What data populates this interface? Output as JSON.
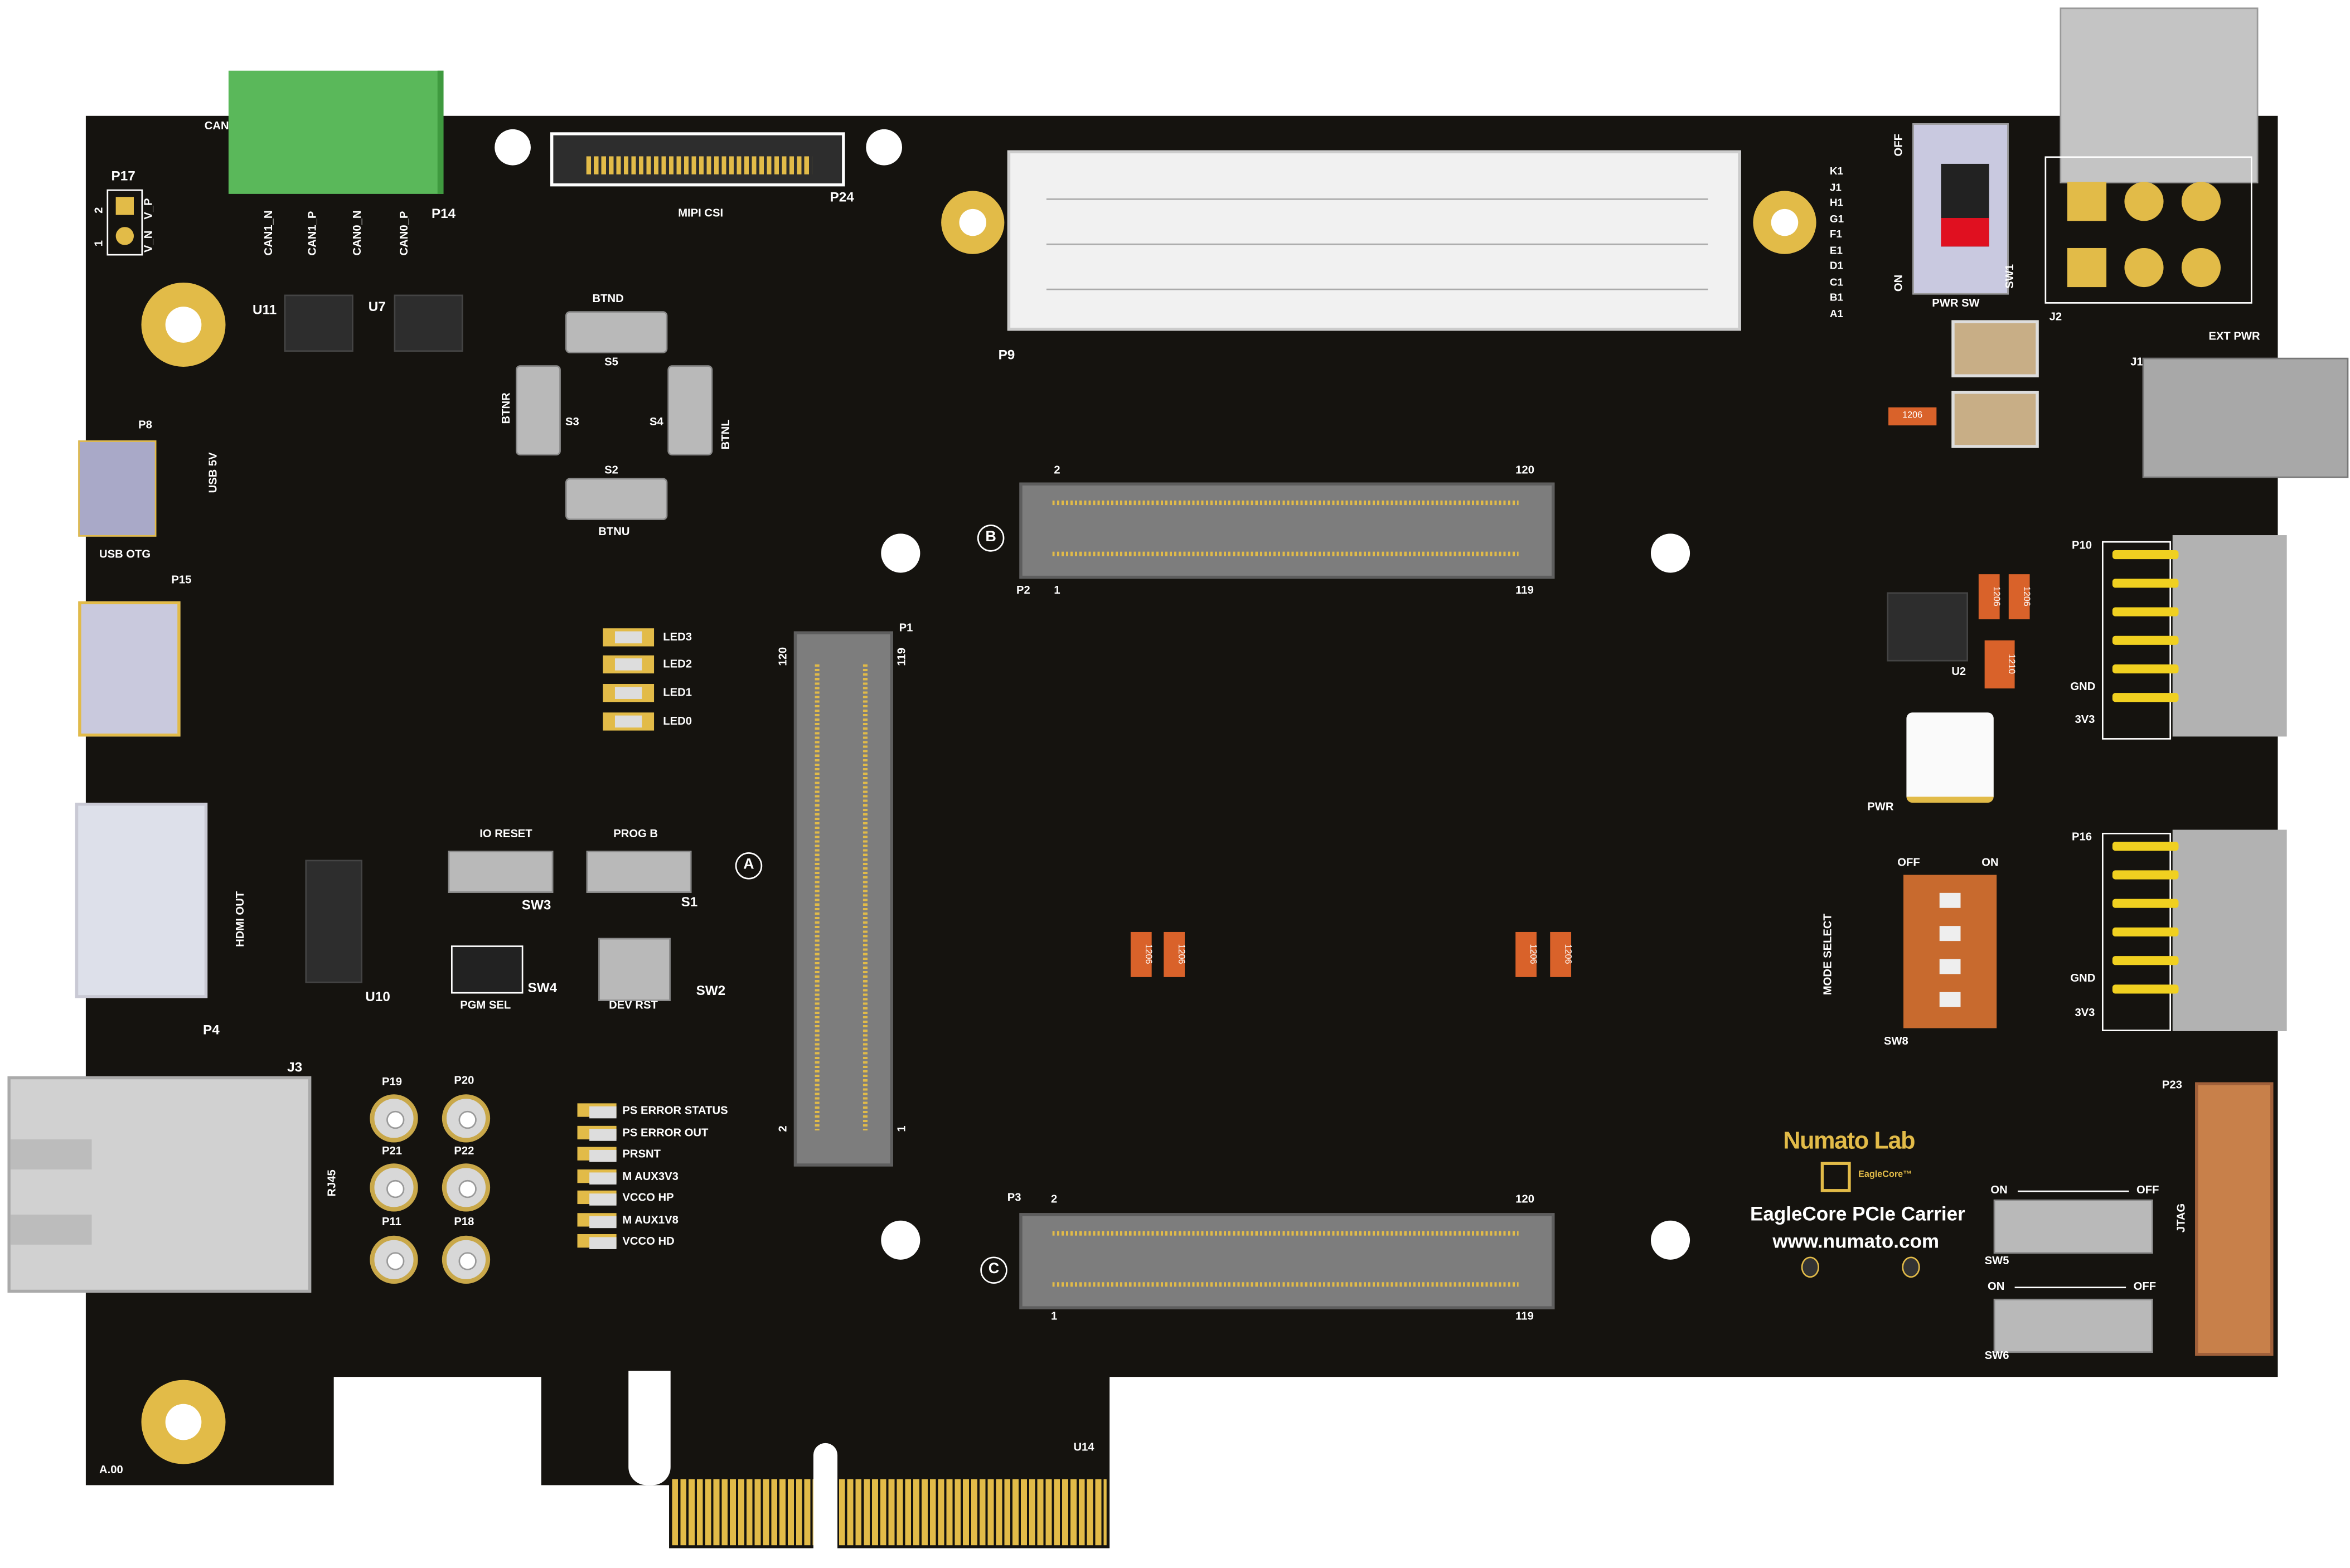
{
  "board": {
    "revision": "A.00",
    "colors": {
      "pcb": "#15130f",
      "gold": "#e2bb48",
      "silk": "#ffffff",
      "terminal": "#5ab85a",
      "jtag": "#c8804a"
    }
  },
  "top_left": {
    "can": "CAN",
    "p17": "P17",
    "p17_pin2": "2",
    "p17_pin1": "1",
    "v_n": "V_N",
    "v_p": "V_P",
    "can1_n": "CAN1_N",
    "can1_p": "CAN1_P",
    "can0_n": "CAN0_N",
    "can0_p": "CAN0_P",
    "p14": "P14",
    "u11": "U11",
    "u7": "U7"
  },
  "mipi": {
    "p24": "P24",
    "label": "MIPI CSI"
  },
  "buttons": {
    "btnd": "BTND",
    "s5": "S5",
    "btnr": "BTNR",
    "s3": "S3",
    "s4": "S4",
    "btnl": "BTNL",
    "s2": "S2",
    "btnu": "BTNU"
  },
  "usb": {
    "p8": "P8",
    "usb5v": "USB 5V",
    "usb_otg": "USB OTG",
    "p15": "P15"
  },
  "leds": [
    "LED3",
    "LED2",
    "LED1",
    "LED0"
  ],
  "p1": {
    "name": "P1",
    "pin120": "120",
    "pin119": "119",
    "pin2": "2",
    "pin1": "1"
  },
  "p2": {
    "name": "P2",
    "pin1": "1",
    "pin119": "119",
    "pin2": "2",
    "pin120": "120",
    "marker": "B"
  },
  "p3": {
    "name": "P3",
    "pin1": "1",
    "pin119": "119",
    "pin2": "2",
    "pin120": "120",
    "marker": "C"
  },
  "marker_a": "A",
  "p9": "P9",
  "controls": {
    "io_reset": "IO RESET",
    "prog_b": "PROG B",
    "sw3": "SW3",
    "s1": "S1",
    "sw4": "SW4",
    "sw2": "SW2",
    "pgm_sel": "PGM SEL",
    "dev_rst": "DEV RST"
  },
  "video": {
    "hdmi_out": "HDMI OUT",
    "u10": "U10",
    "p4": "P4"
  },
  "ethernet": {
    "j3": "J3",
    "rj45": "RJ45"
  },
  "sma": [
    "P19",
    "P20",
    "P21",
    "P22",
    "P11",
    "P18"
  ],
  "status_leds": [
    "PS ERROR STATUS",
    "PS ERROR OUT",
    "PRSNT",
    "M AUX3V3",
    "VCCO HP",
    "M AUX1V8",
    "VCCO HD"
  ],
  "u14": "U14",
  "power": {
    "rows": [
      "K1",
      "J1",
      "H1",
      "G1",
      "F1",
      "E1",
      "D1",
      "C1",
      "B1",
      "A1"
    ],
    "off": "OFF",
    "on": "ON",
    "sw1": "SW1",
    "pwr_sw": "PWR SW",
    "j2": "J2",
    "ext_pwr": "EXT PWR",
    "j1": "J1",
    "r1206": "1206",
    "r1210": "1210",
    "u2": "U2",
    "pwr": "PWR"
  },
  "p10": {
    "name": "P10",
    "gnd": "GND",
    "v3": "3V3"
  },
  "p16": {
    "name": "P16",
    "gnd": "GND",
    "v3": "3V3"
  },
  "sw8": {
    "off": "OFF",
    "on": "ON",
    "mode_select": "MODE SELECT",
    "name": "SW8"
  },
  "jtag": {
    "p23": "P23",
    "label": "JTAG"
  },
  "branding": {
    "numato": "Numato Lab",
    "eaglecore": "EagleCore™",
    "product": "EagleCore PCIe Carrier",
    "url": "www.numato.com"
  },
  "sw5": {
    "on": "ON",
    "off": "OFF",
    "name": "SW5"
  },
  "sw6": {
    "on": "ON",
    "off": "OFF",
    "name": "SW6"
  }
}
